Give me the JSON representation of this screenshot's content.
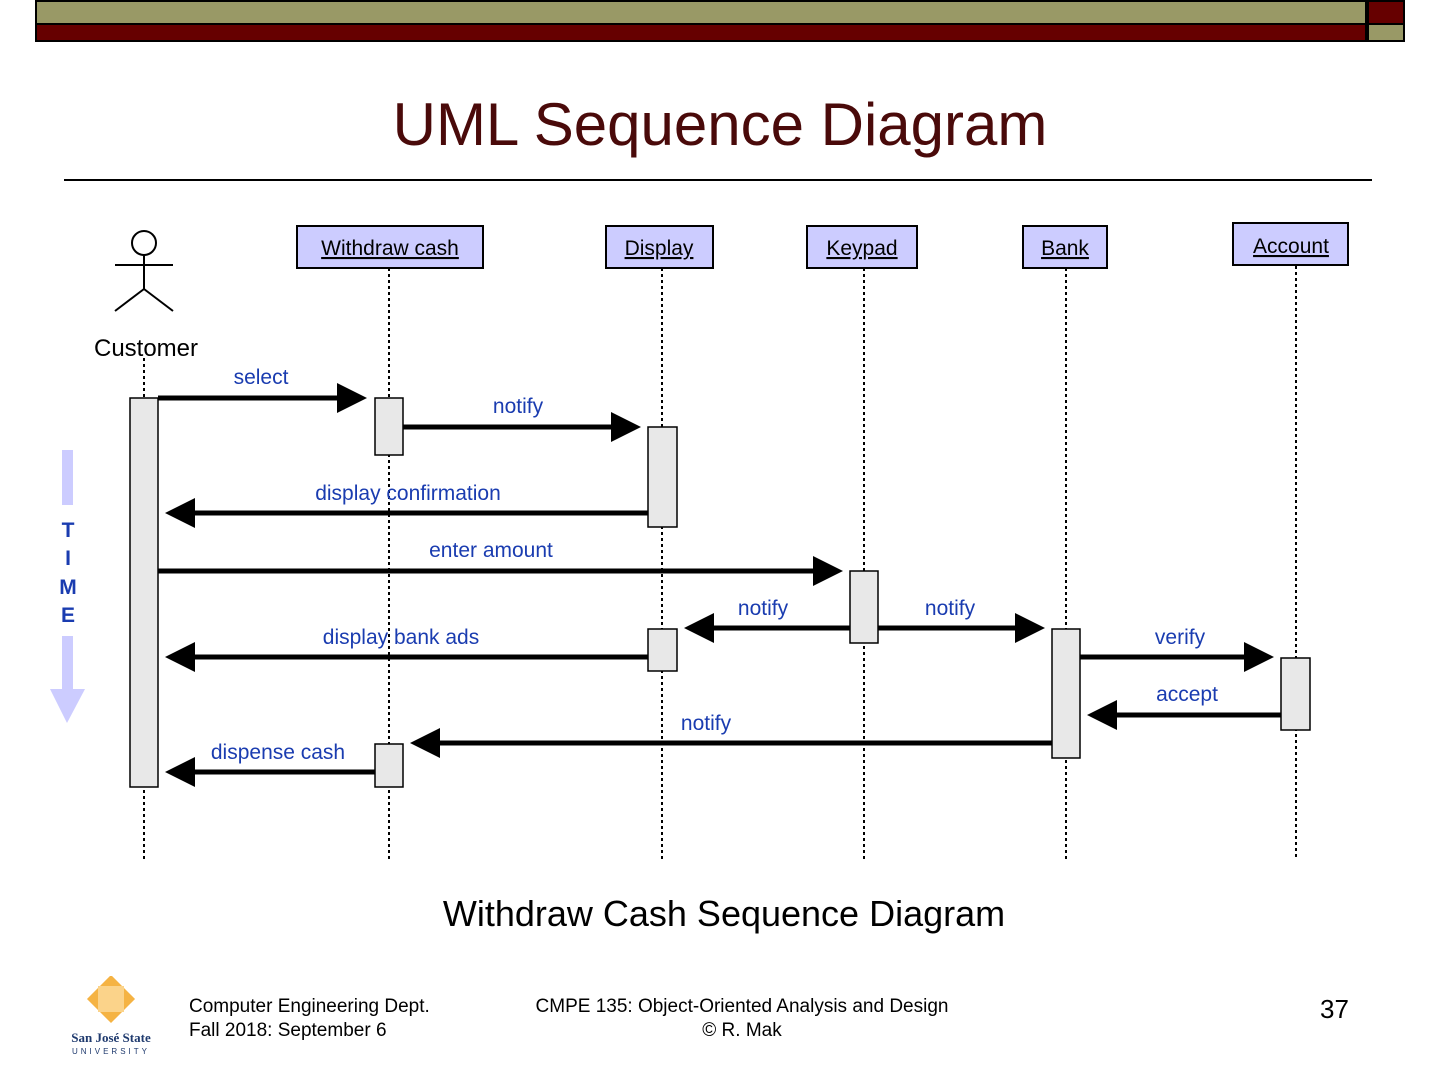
{
  "slide": {
    "title": "UML Sequence Diagram",
    "caption": "Withdraw Cash Sequence Diagram",
    "page_number": "37",
    "colors": {
      "title": "#4a0a0a",
      "header_olive": "#999966",
      "header_red": "#660000",
      "message_text": "#1a3cb0",
      "object_box_fill": "#ccccff",
      "activation_fill": "#e8e8e8",
      "time_arrow": "#ccccff"
    }
  },
  "diagram": {
    "actor": {
      "label": "Customer",
      "icon": "stick-figure-icon"
    },
    "objects": [
      {
        "id": "withdraw",
        "label": "Withdraw cash"
      },
      {
        "id": "display",
        "label": "Display"
      },
      {
        "id": "keypad",
        "label": "Keypad"
      },
      {
        "id": "bank",
        "label": "Bank"
      },
      {
        "id": "account",
        "label": "Account"
      }
    ],
    "messages": [
      {
        "label": "select",
        "from": "customer",
        "to": "withdraw"
      },
      {
        "label": "notify",
        "from": "withdraw",
        "to": "display"
      },
      {
        "label": "display confirmation",
        "from": "display",
        "to": "customer"
      },
      {
        "label": "enter amount",
        "from": "customer",
        "to": "keypad"
      },
      {
        "label": "notify",
        "from": "keypad",
        "to": "display"
      },
      {
        "label": "notify",
        "from": "keypad",
        "to": "bank"
      },
      {
        "label": "display bank ads",
        "from": "display",
        "to": "customer"
      },
      {
        "label": "verify",
        "from": "bank",
        "to": "account"
      },
      {
        "label": "accept",
        "from": "account",
        "to": "bank"
      },
      {
        "label": "notify",
        "from": "bank",
        "to": "withdraw"
      },
      {
        "label": "dispense cash",
        "from": "withdraw",
        "to": "customer"
      }
    ],
    "time_label": [
      "T",
      "I",
      "M",
      "E"
    ]
  },
  "footer": {
    "dept": "Computer Engineering Dept.",
    "date": "Fall 2018: September 6",
    "course": "CMPE 135: Object-Oriented Analysis and Design",
    "author": "© R. Mak",
    "logo_line1": "San José State",
    "logo_line2": "UNIVERSITY"
  }
}
